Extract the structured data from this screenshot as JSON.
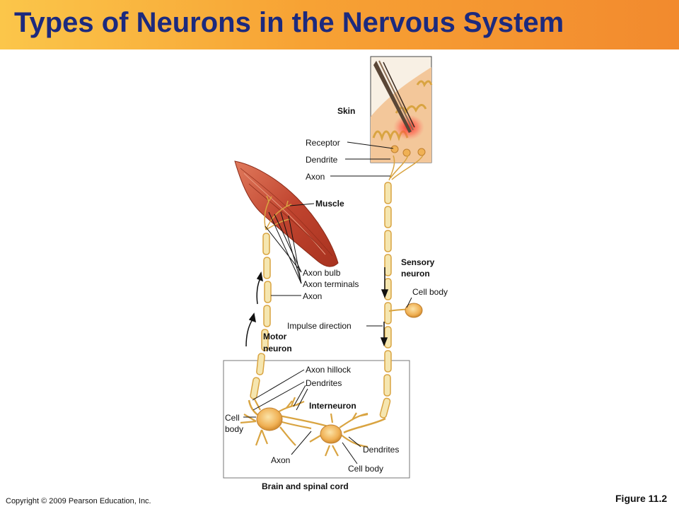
{
  "title": "Types of Neurons in the Nervous System",
  "labels": {
    "skin": "Skin",
    "receptor": "Receptor",
    "dendrite": "Dendrite",
    "axon_top": "Axon",
    "muscle": "Muscle",
    "sensory_neuron_1": "Sensory",
    "sensory_neuron_2": "neuron",
    "axon_bulb": "Axon bulb",
    "axon_terminals": "Axon terminals",
    "axon_motor": "Axon",
    "cell_body_sensory": "Cell body",
    "impulse_direction": "Impulse direction",
    "motor_neuron_1": "Motor",
    "motor_neuron_2": "neuron",
    "axon_hillock": "Axon hillock",
    "dendrites_motor": "Dendrites",
    "interneuron": "Interneuron",
    "cell_body_motor_1": "Cell",
    "cell_body_motor_2": "body",
    "dendrites_inter": "Dendrites",
    "axon_inter": "Axon",
    "cell_body_inter": "Cell body",
    "brain_spinal_cord": "Brain and spinal cord"
  },
  "footer": {
    "copyright": "Copyright © 2009 Pearson Education, Inc.",
    "figure": "Figure 11.2"
  },
  "colors": {
    "title_text": "#1c2a7e",
    "header_gradient_start": "#fbc64a",
    "header_gradient_end": "#f28a2e",
    "neuron_fill": "#f5e6b0",
    "neuron_stroke": "#d9a441",
    "cell_body": "#f0b155",
    "muscle": "#c0442f",
    "skin": "#f3c79a"
  }
}
